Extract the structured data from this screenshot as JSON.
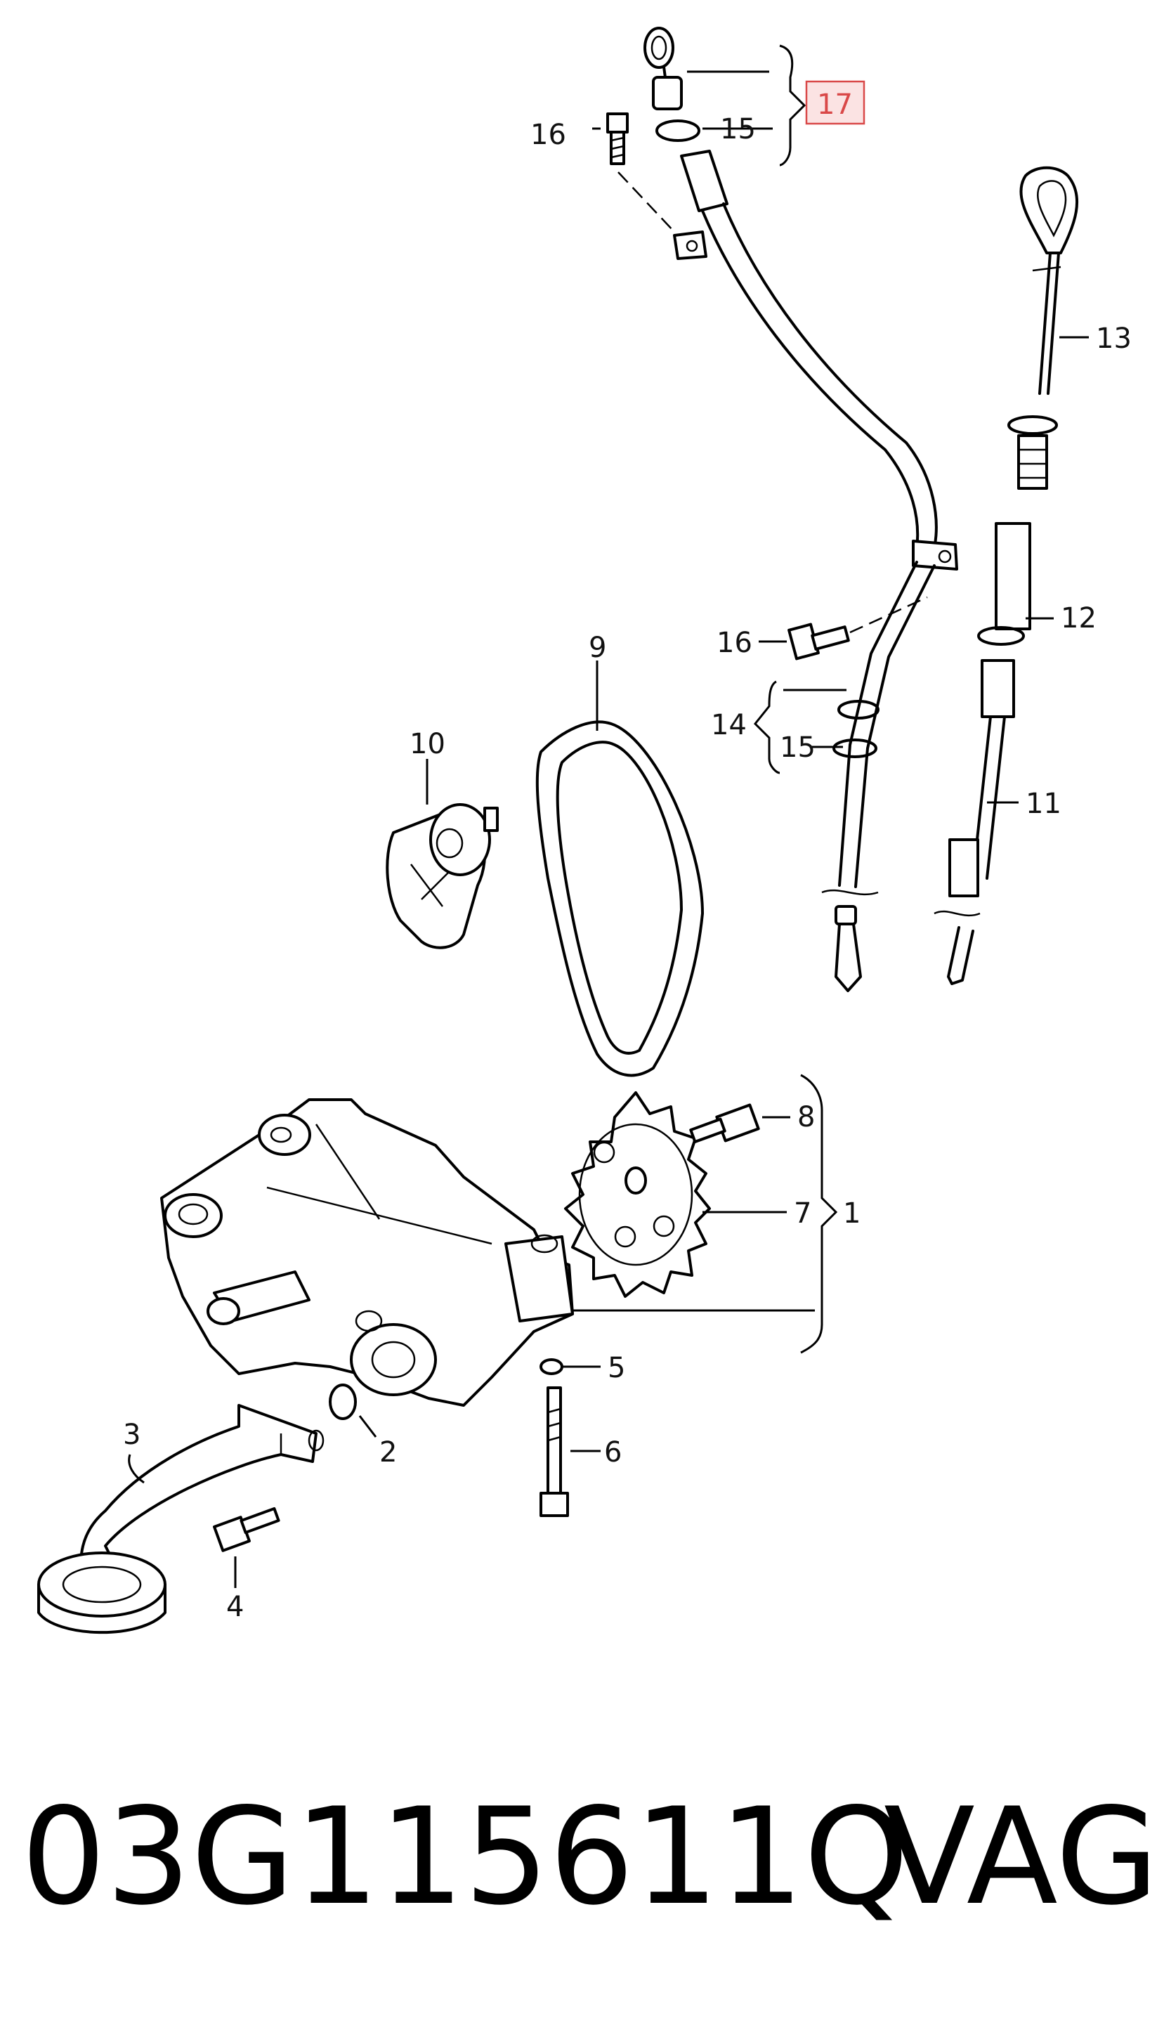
{
  "diagram": {
    "callouts": {
      "c1": "1",
      "c2": "2",
      "c3": "3",
      "c4": "4",
      "c5": "5",
      "c6": "6",
      "c7": "7",
      "c8": "8",
      "c9": "9",
      "c10": "10",
      "c11": "11",
      "c12": "12",
      "c13": "13",
      "c14": "14",
      "c15a": "15",
      "c15b": "15",
      "c16a": "16",
      "c16b": "16",
      "c17": "17"
    },
    "highlight_color": "#d94848",
    "highlight_fill": "#fbe3e3"
  },
  "footer": {
    "part_number": "03G115611Q",
    "brand": "VAG"
  }
}
